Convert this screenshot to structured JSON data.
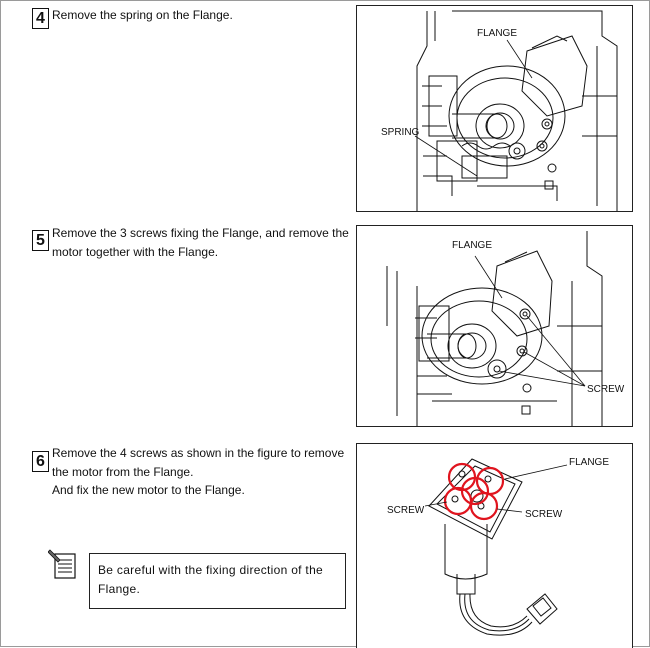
{
  "steps": [
    {
      "number": "4",
      "lines": [
        "Remove the spring on the Flange."
      ],
      "figure": {
        "labels": {
          "flange": "FLANGE",
          "spring": "SPRING"
        }
      }
    },
    {
      "number": "5",
      "lines": [
        "Remove the 3 screws fixing the Flange, and remove the",
        "motor together with the Flange."
      ],
      "figure": {
        "labels": {
          "flange": "FLANGE",
          "screw": "SCREW"
        }
      }
    },
    {
      "number": "6",
      "lines": [
        "Remove the 4 screws as shown in the figure to remove",
        "the motor from the Flange.",
        "And fix the new motor to the Flange."
      ],
      "figure": {
        "labels": {
          "flange": "FLANGE",
          "screw_left": "SCREW",
          "screw_right": "SCREW"
        }
      },
      "note": {
        "icon": "memo-note-icon",
        "lines": [
          "Be careful with the fixing direction of the",
          "Flange."
        ]
      }
    }
  ],
  "colors": {
    "highlight_circle": "#e0141e",
    "line": "#111111"
  }
}
